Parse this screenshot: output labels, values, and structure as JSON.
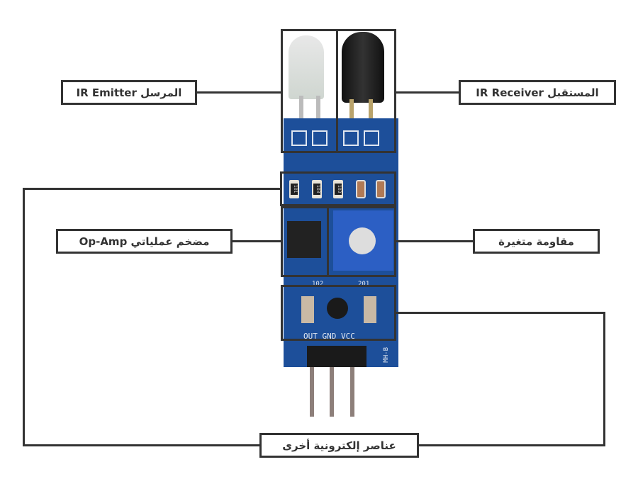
{
  "labels": {
    "ir_emitter": "IR Emitter المرسل",
    "ir_receiver": "IR Receiver المستقبل",
    "op_amp": "Op-Amp مضخم عملياتي",
    "potentiometer": "مقاومة متغيرة",
    "other_components": "عناصر إلكترونية أخرى"
  },
  "board": {
    "resistor_codes": [
      "101",
      "103",
      "103"
    ],
    "smd_codes": [
      "102",
      "201"
    ],
    "pin_labels": "OUT GND VCC",
    "model": "MH-B",
    "pcb_color": "#1d4f9a"
  }
}
